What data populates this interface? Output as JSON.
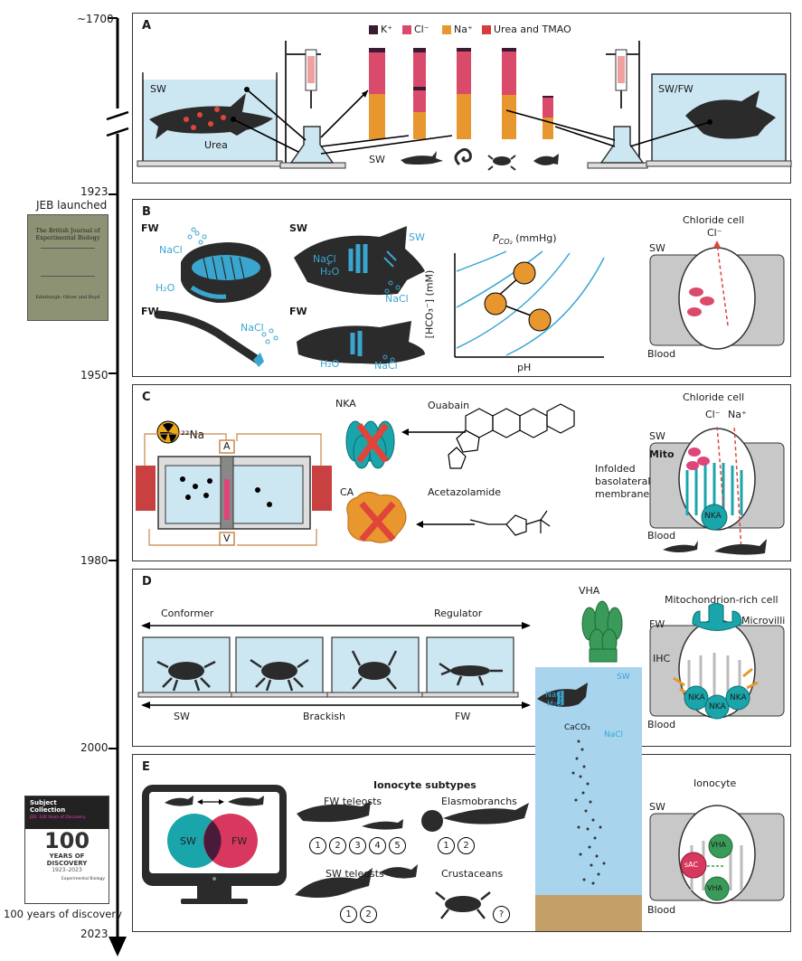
{
  "timeline": {
    "y1700": "~1700",
    "y1923": "1923",
    "jeb_launched": "JEB launched",
    "y1950": "1950",
    "y1980": "1980",
    "y2000": "2000",
    "hundred_years": "100 years of discovery",
    "y2023": "2023"
  },
  "journal_cover": {
    "title": "The British Journal of Experimental Biology",
    "publisher": "Edinburgh: Oliver and Boyd"
  },
  "collection_cover": {
    "line1": "Subject",
    "line2": "Collection",
    "subtitle": "JEB: 100 Years of Discovery",
    "big": "100",
    "years": "YEARS OF",
    "discovery": "DISCOVERY",
    "range": "1923–2023",
    "journal": "Experimental Biology"
  },
  "panelA": {
    "label": "A",
    "legend": [
      "K⁺",
      "Cl⁻",
      "Na⁺",
      "Urea and TMAO"
    ],
    "legend_colors": [
      "#3b1a33",
      "#d94a6b",
      "#e8962e",
      "#d63c3c"
    ],
    "tank_left": "SW",
    "urea": "Urea",
    "tank_right": "SW/FW",
    "sw": "SW"
  },
  "panelB": {
    "label": "B",
    "fw1": "FW",
    "nacl1": "NaCl",
    "h2o1": "H₂O",
    "sw": "SW",
    "sw_blue": "SW",
    "nacl_h2o": "NaCl",
    "plus": "+",
    "h2o2": "H₂O",
    "nacl2": "NaCl",
    "fw2": "FW",
    "nacl3": "NaCl",
    "fw3": "FW",
    "h2o3": "H₂O",
    "nacl4": "NaCl",
    "pco2": "P",
    "pco2_sub": "CO₂",
    "pco2_unit": "(mmHg)",
    "yaxis": "[HCO₃⁻] (mM)",
    "xaxis": "pH",
    "chloride_cell": "Chloride cell",
    "cl": "Cl⁻",
    "cell_sw": "SW",
    "blood": "Blood"
  },
  "panelC": {
    "label": "C",
    "na22": "²²Na",
    "A": "A",
    "V": "V",
    "nka": "NKA",
    "ouabain": "Ouabain",
    "ca": "CA",
    "acetazolamide": "Acetazolamide",
    "chloride_cell": "Chloride cell",
    "cl": "Cl⁻",
    "na": "Na⁺",
    "sw": "SW",
    "mito": "Mito",
    "infolded1": "Infolded",
    "infolded2": "basolateral",
    "infolded3": "membrane",
    "cell_nka": "NKA",
    "blood": "Blood"
  },
  "panelD": {
    "label": "D",
    "conformer": "Conformer",
    "regulator": "Regulator",
    "sw": "SW",
    "brackish": "Brackish",
    "fw": "FW",
    "vha": "VHA",
    "mrc": "Mitochondrion-rich cell",
    "cell_fw": "FW",
    "microvilli": "Microvilli",
    "ihc": "IHC",
    "nka": "NKA",
    "blood": "Blood",
    "fish_sw": "SW",
    "fish_nacl": "NaCl",
    "fish_h2o": "H₂O",
    "fish_caco3": "CaCO₃",
    "fish_nacl2": "NaCl"
  },
  "panelE": {
    "label": "E",
    "ionocyte_subtypes": "Ionocyte subtypes",
    "fw_teleosts": "FW teleosts",
    "elasmobranchs": "Elasmobranchs",
    "sw_teleosts": "SW teleosts",
    "crustaceans": "Crustaceans",
    "sw": "SW",
    "fw": "FW",
    "fw_nums": [
      "1",
      "2",
      "3",
      "4",
      "5"
    ],
    "elasmo_nums": [
      "1",
      "2"
    ],
    "swt_nums": [
      "1",
      "2"
    ],
    "crust_nums": [
      "?"
    ],
    "ionocyte": "Ionocyte",
    "cell_sw": "SW",
    "vha": "VHA",
    "sac": "sAC",
    "blood": "Blood",
    "venn_sw_color": "#1aa5ab",
    "venn_fw_color": "#d9385e"
  }
}
